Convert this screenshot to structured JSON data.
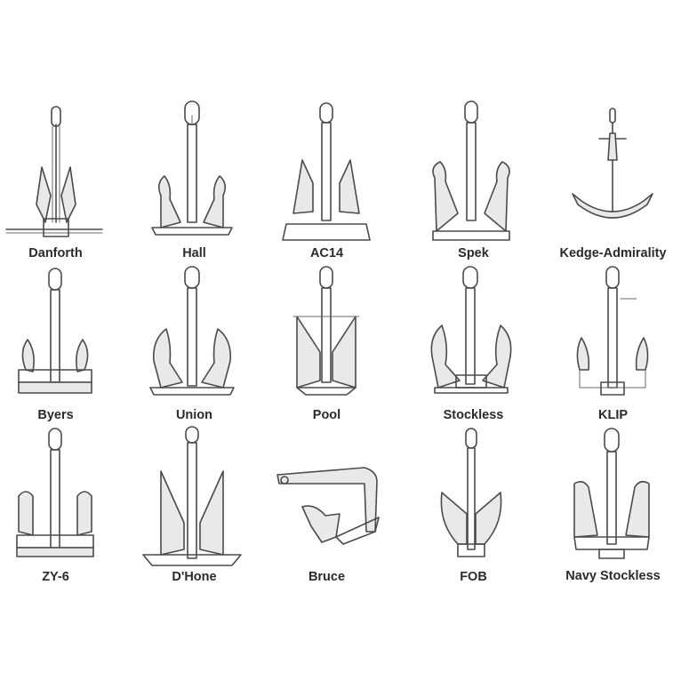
{
  "anchors": [
    {
      "label": "Danforth",
      "icon": "danforth-anchor-icon"
    },
    {
      "label": "Hall",
      "icon": "hall-anchor-icon"
    },
    {
      "label": "AC14",
      "icon": "ac14-anchor-icon"
    },
    {
      "label": "Spek",
      "icon": "spek-anchor-icon"
    },
    {
      "label": "Kedge-Admirality",
      "icon": "kedge-admirality-anchor-icon"
    },
    {
      "label": "Byers",
      "icon": "byers-anchor-icon"
    },
    {
      "label": "Union",
      "icon": "union-anchor-icon"
    },
    {
      "label": "Pool",
      "icon": "pool-anchor-icon"
    },
    {
      "label": "Stockless",
      "icon": "stockless-anchor-icon"
    },
    {
      "label": "KLIP",
      "icon": "klip-anchor-icon"
    },
    {
      "label": "ZY-6",
      "icon": "zy-6-anchor-icon"
    },
    {
      "label": "D'Hone",
      "icon": "dhone-anchor-icon"
    },
    {
      "label": "Bruce",
      "icon": "bruce-anchor-icon"
    },
    {
      "label": "FOB",
      "icon": "fob-anchor-icon"
    },
    {
      "label": "Navy Stockless",
      "icon": "navy-stockless-anchor-icon"
    }
  ],
  "colors": {
    "line": "#4a4a4a",
    "label": "#2b2b2b",
    "background": "#ffffff"
  }
}
